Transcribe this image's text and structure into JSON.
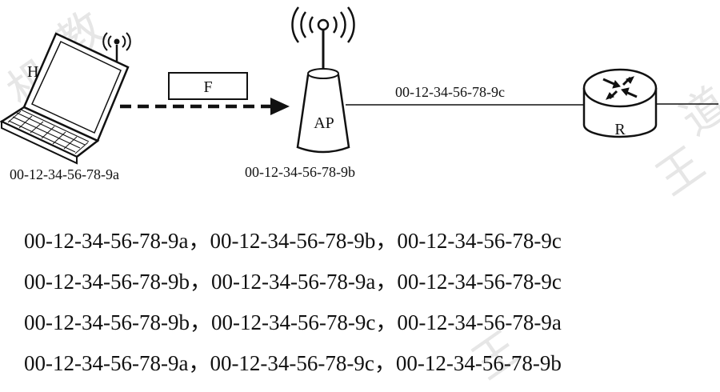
{
  "diagram": {
    "host_label": "H",
    "frame_label": "F",
    "ap_label": "AP",
    "router_label": "R",
    "host_mac": "00-12-34-56-78-9a",
    "ap_mac": "00-12-34-56-78-9b",
    "router_mac": "00-12-34-56-78-9c"
  },
  "options": [
    "00-12-34-56-78-9a，00-12-34-56-78-9b，00-12-34-56-78-9c",
    "00-12-34-56-78-9b，00-12-34-56-78-9a，00-12-34-56-78-9c",
    "00-12-34-56-78-9b，00-12-34-56-78-9c，00-12-34-56-78-9a",
    "00-12-34-56-78-9a，00-12-34-56-78-9c，00-12-34-56-78-9b"
  ],
  "watermark": {
    "chars": [
      "机",
      "教",
      "王",
      "道",
      "王"
    ]
  },
  "colors": {
    "ink": "#111111",
    "watermark": "#e6e6e6"
  }
}
